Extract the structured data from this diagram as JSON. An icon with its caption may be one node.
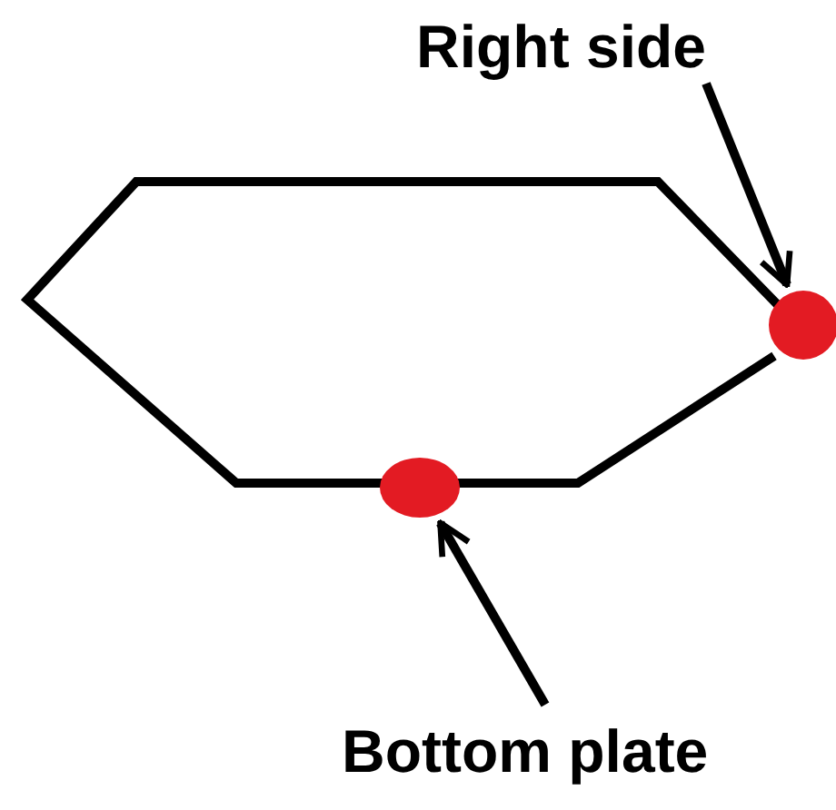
{
  "diagram": {
    "nodes": [
      {
        "text": [
          "Right side"
        ]
      },
      {
        "text": [],
        "shape": "circle"
      },
      {
        "text": [],
        "shape": "circle"
      },
      {
        "text": [
          "Bottom plate"
        ]
      }
    ],
    "edges": [
      {
        "from": 0,
        "to": 1,
        "arrow": "to"
      },
      {
        "from": 3,
        "to": 2,
        "arrow": "to"
      }
    ]
  }
}
